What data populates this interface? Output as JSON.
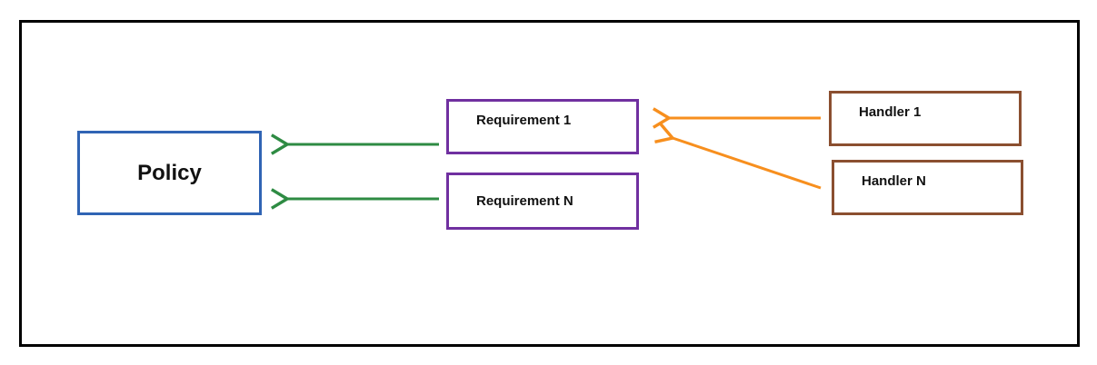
{
  "nodes": {
    "policy": {
      "label": "Policy",
      "border_color": "#3064B4"
    },
    "requirement_1": {
      "label": "Requirement 1",
      "border_color": "#7030A0"
    },
    "requirement_n": {
      "label": "Requirement N",
      "border_color": "#7030A0"
    },
    "handler_1": {
      "label": "Handler 1",
      "border_color": "#8B4F30"
    },
    "handler_n": {
      "label": "Handler N",
      "border_color": "#8B4F30"
    }
  },
  "arrows": [
    {
      "name": "requirement-1-to-policy",
      "color": "#2E8B43"
    },
    {
      "name": "requirement-n-to-policy",
      "color": "#2E8B43"
    },
    {
      "name": "handler-1-to-requirement-1",
      "color": "#F78F1E"
    },
    {
      "name": "handler-n-to-requirement-1",
      "color": "#F78F1E"
    }
  ],
  "colors": {
    "background": "#FFFFFF",
    "frame_border": "#000000",
    "policy_border": "#3064B4",
    "requirement_border": "#7030A0",
    "handler_border": "#8B4F30",
    "green_arrow": "#2E8B43",
    "orange_arrow": "#F78F1E"
  }
}
